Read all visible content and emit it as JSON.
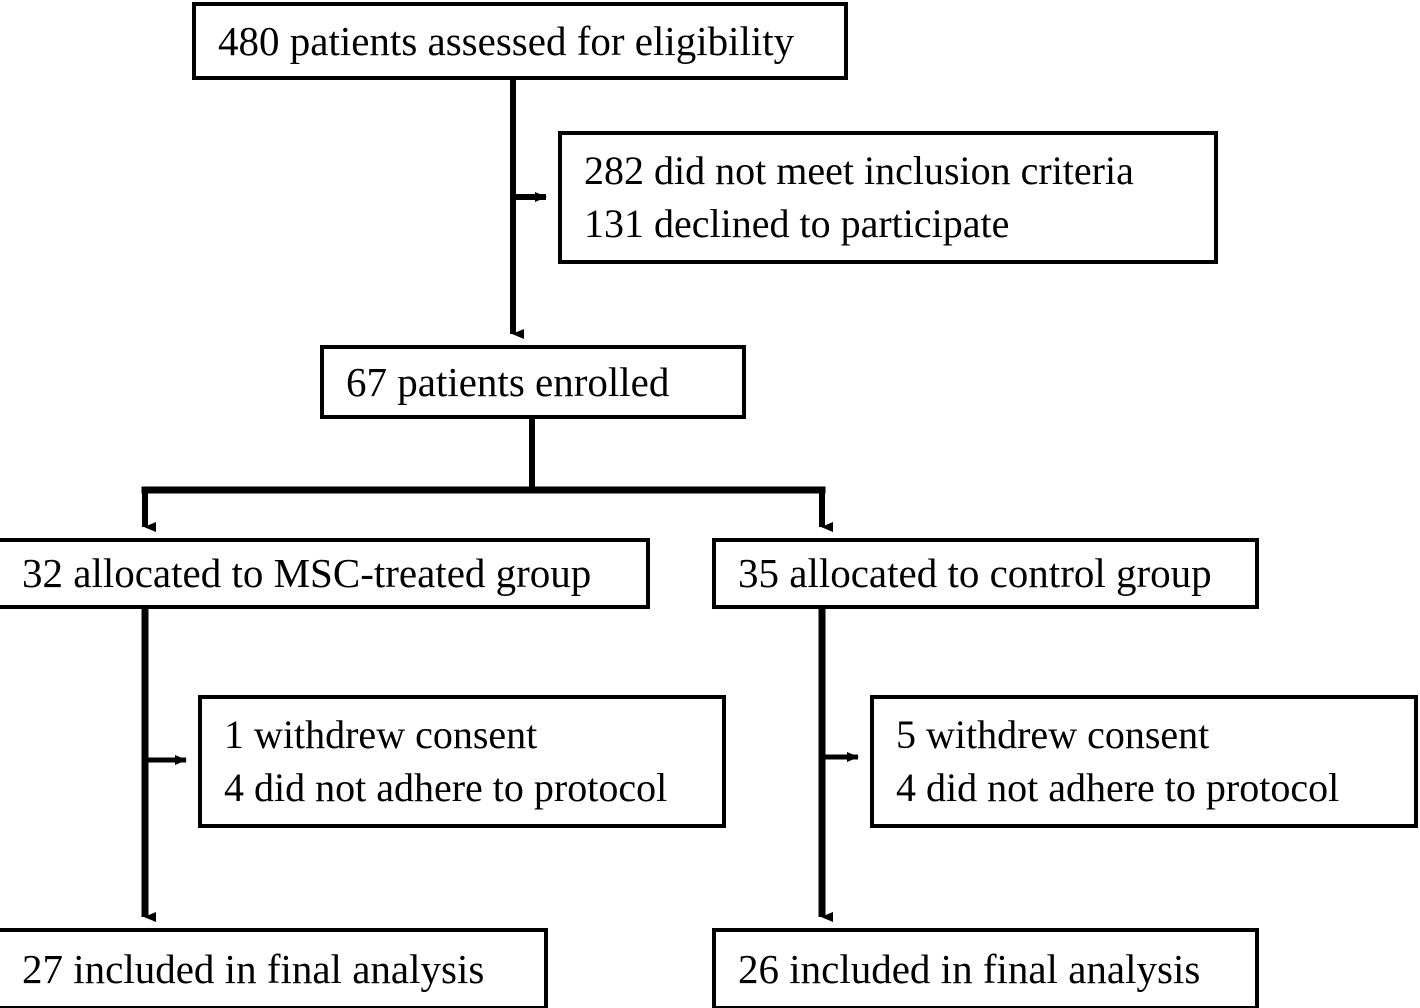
{
  "diagram": {
    "type": "consort-flow-diagram",
    "nodes": {
      "assessed": {
        "lines": [
          "480 patients assessed for eligibility"
        ]
      },
      "excluded": {
        "lines": [
          "282 did not meet inclusion criteria",
          "131 declined to participate"
        ]
      },
      "enrolled": {
        "lines": [
          "67 patients enrolled"
        ]
      },
      "allocated_msc": {
        "lines": [
          "32 allocated to MSC-treated group"
        ]
      },
      "allocated_control": {
        "lines": [
          "35 allocated to control group"
        ]
      },
      "withdrawn_msc": {
        "lines": [
          "1 withdrew consent",
          "4 did not adhere to protocol"
        ]
      },
      "withdrawn_control": {
        "lines": [
          "5 withdrew consent",
          "4 did not adhere to protocol"
        ]
      },
      "final_msc": {
        "lines": [
          "27 included in final analysis"
        ]
      },
      "final_control": {
        "lines": [
          "26 included in final analysis"
        ]
      }
    },
    "colors": {
      "stroke": "#000000",
      "background": "#ffffff",
      "text": "#000000"
    }
  }
}
